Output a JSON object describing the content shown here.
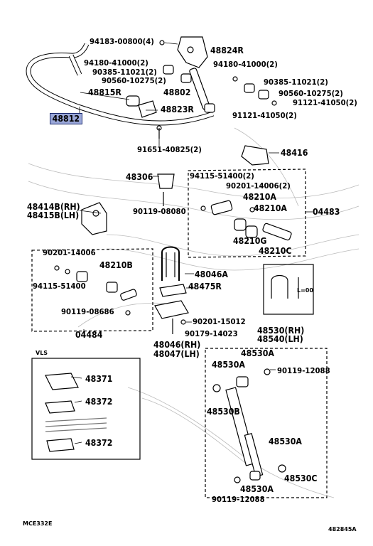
{
  "labels": {
    "l94183": "94183-00800(4)",
    "l48824R": "48824R",
    "l94180a": "94180-41000(2)",
    "l94180b": "94180-41000(2)",
    "l90385a": "90385-11021(2)",
    "l90385b": "90385-11021(2)",
    "l90560a": "90560-10275(2)",
    "l90560b": "90560-10275(2)",
    "l91121a": "91121-41050(2)",
    "l91121b": "91121-41050(2)",
    "l48815R": "48815R",
    "l48802": "48802",
    "l48812": "48812",
    "l48823R": "48823R",
    "l91651": "91651-40825(2)",
    "l48416": "48416",
    "l48306": "48306",
    "l94115a": "94115-51400(2)",
    "l90201a": "90201-14006(2)",
    "l48210A1": "48210A",
    "l48210A2": "48210A",
    "l04483": "04483",
    "l48414B": "48414B(RH)",
    "l48415B": "48415B(LH)",
    "l90119a": "90119-08080",
    "l48210G": "48210G",
    "l48210C": "48210C",
    "l90201b": "90201-14006",
    "l48210B": "48210B",
    "l48046A": "48046A",
    "l94115b": "94115-51400",
    "l48475R": "48475R",
    "lL00": "L=00",
    "l90119b": "90119-08686",
    "l04484": "04484",
    "l90201c": "90201-15012",
    "l90179": "90179-14023",
    "l48530RH": "48530(RH)",
    "l48540LH": "48540(LH)",
    "l48046RH": "48046(RH)",
    "l48047LH": "48047(LH)",
    "lVLS": "VLS",
    "l48530A1": "48530A",
    "l48530A2": "48530A",
    "l90119c": "90119-12088",
    "l48371": "48371",
    "l48372a": "48372",
    "l48372b": "48372",
    "l48530B": "48530B",
    "l48530A3": "48530A",
    "l48530C": "48530C",
    "l48530A4": "48530A",
    "l90119d": "90119-12088",
    "lMCE": "MCE332E",
    "lRef": "482845A"
  },
  "colors": {
    "highlight_fill": "#9aa7d8",
    "highlight_border": "#1b2a6e",
    "ink": "#000000"
  }
}
